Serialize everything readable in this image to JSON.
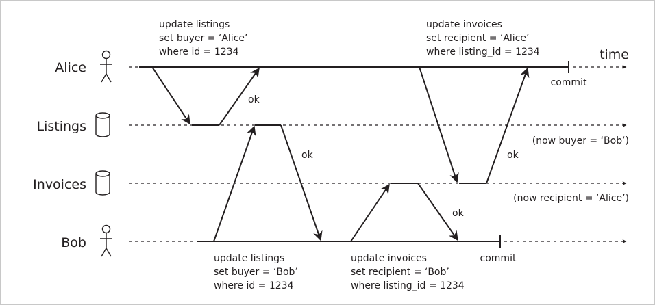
{
  "actors": {
    "alice": "Alice",
    "listings": "Listings",
    "invoices": "Invoices",
    "bob": "Bob"
  },
  "axis": {
    "time": "time"
  },
  "notes": {
    "alice_stmt": [
      "update listings",
      "set buyer = ‘Alice’",
      "where id = 1234"
    ],
    "alice_stmt2": [
      "update invoices",
      "set recipient = ‘Alice’",
      "where listing_id = 1234"
    ],
    "bob_stmt": [
      "update listings",
      "set buyer = ‘Bob’",
      "where id = 1234"
    ],
    "bob_stmt2": [
      "update invoices",
      "set recipient = ‘Bob’",
      "where listing_id = 1234"
    ],
    "listings_state": "(now buyer = ‘Bob’)",
    "invoices_state": "(now recipient = ‘Alice’)",
    "alice_commit": "commit",
    "bob_commit": "commit",
    "ok": "ok"
  },
  "icons": {
    "alice": "person-icon",
    "bob": "person-icon",
    "listings": "database-icon",
    "invoices": "database-icon"
  },
  "colors": {
    "ink": "#231f20",
    "border": "#c8c8c8"
  }
}
